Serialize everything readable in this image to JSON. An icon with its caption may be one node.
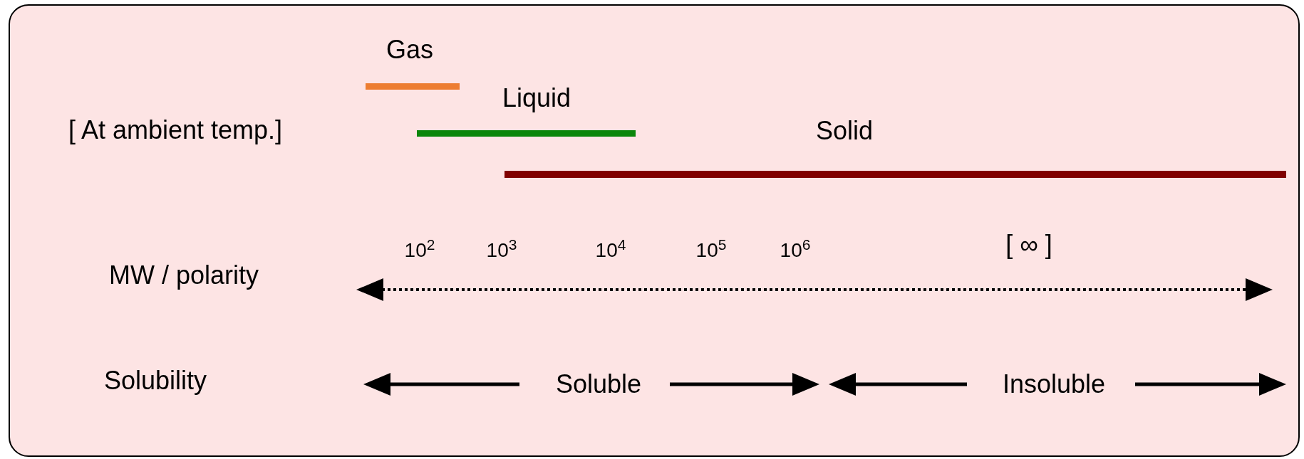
{
  "diagram": {
    "labels": [
      "Gas",
      "Liquid",
      "[ At ambient temp.]",
      "Solid",
      "10$^{2}$",
      "10$^{3}$",
      "10$^{4}$",
      "10$^{5}$",
      "10$^{6}$",
      "[ ∞ ]",
      "MW / polarity",
      "Solubility",
      "Soluble",
      "Insoluble"
    ]
  }
}
